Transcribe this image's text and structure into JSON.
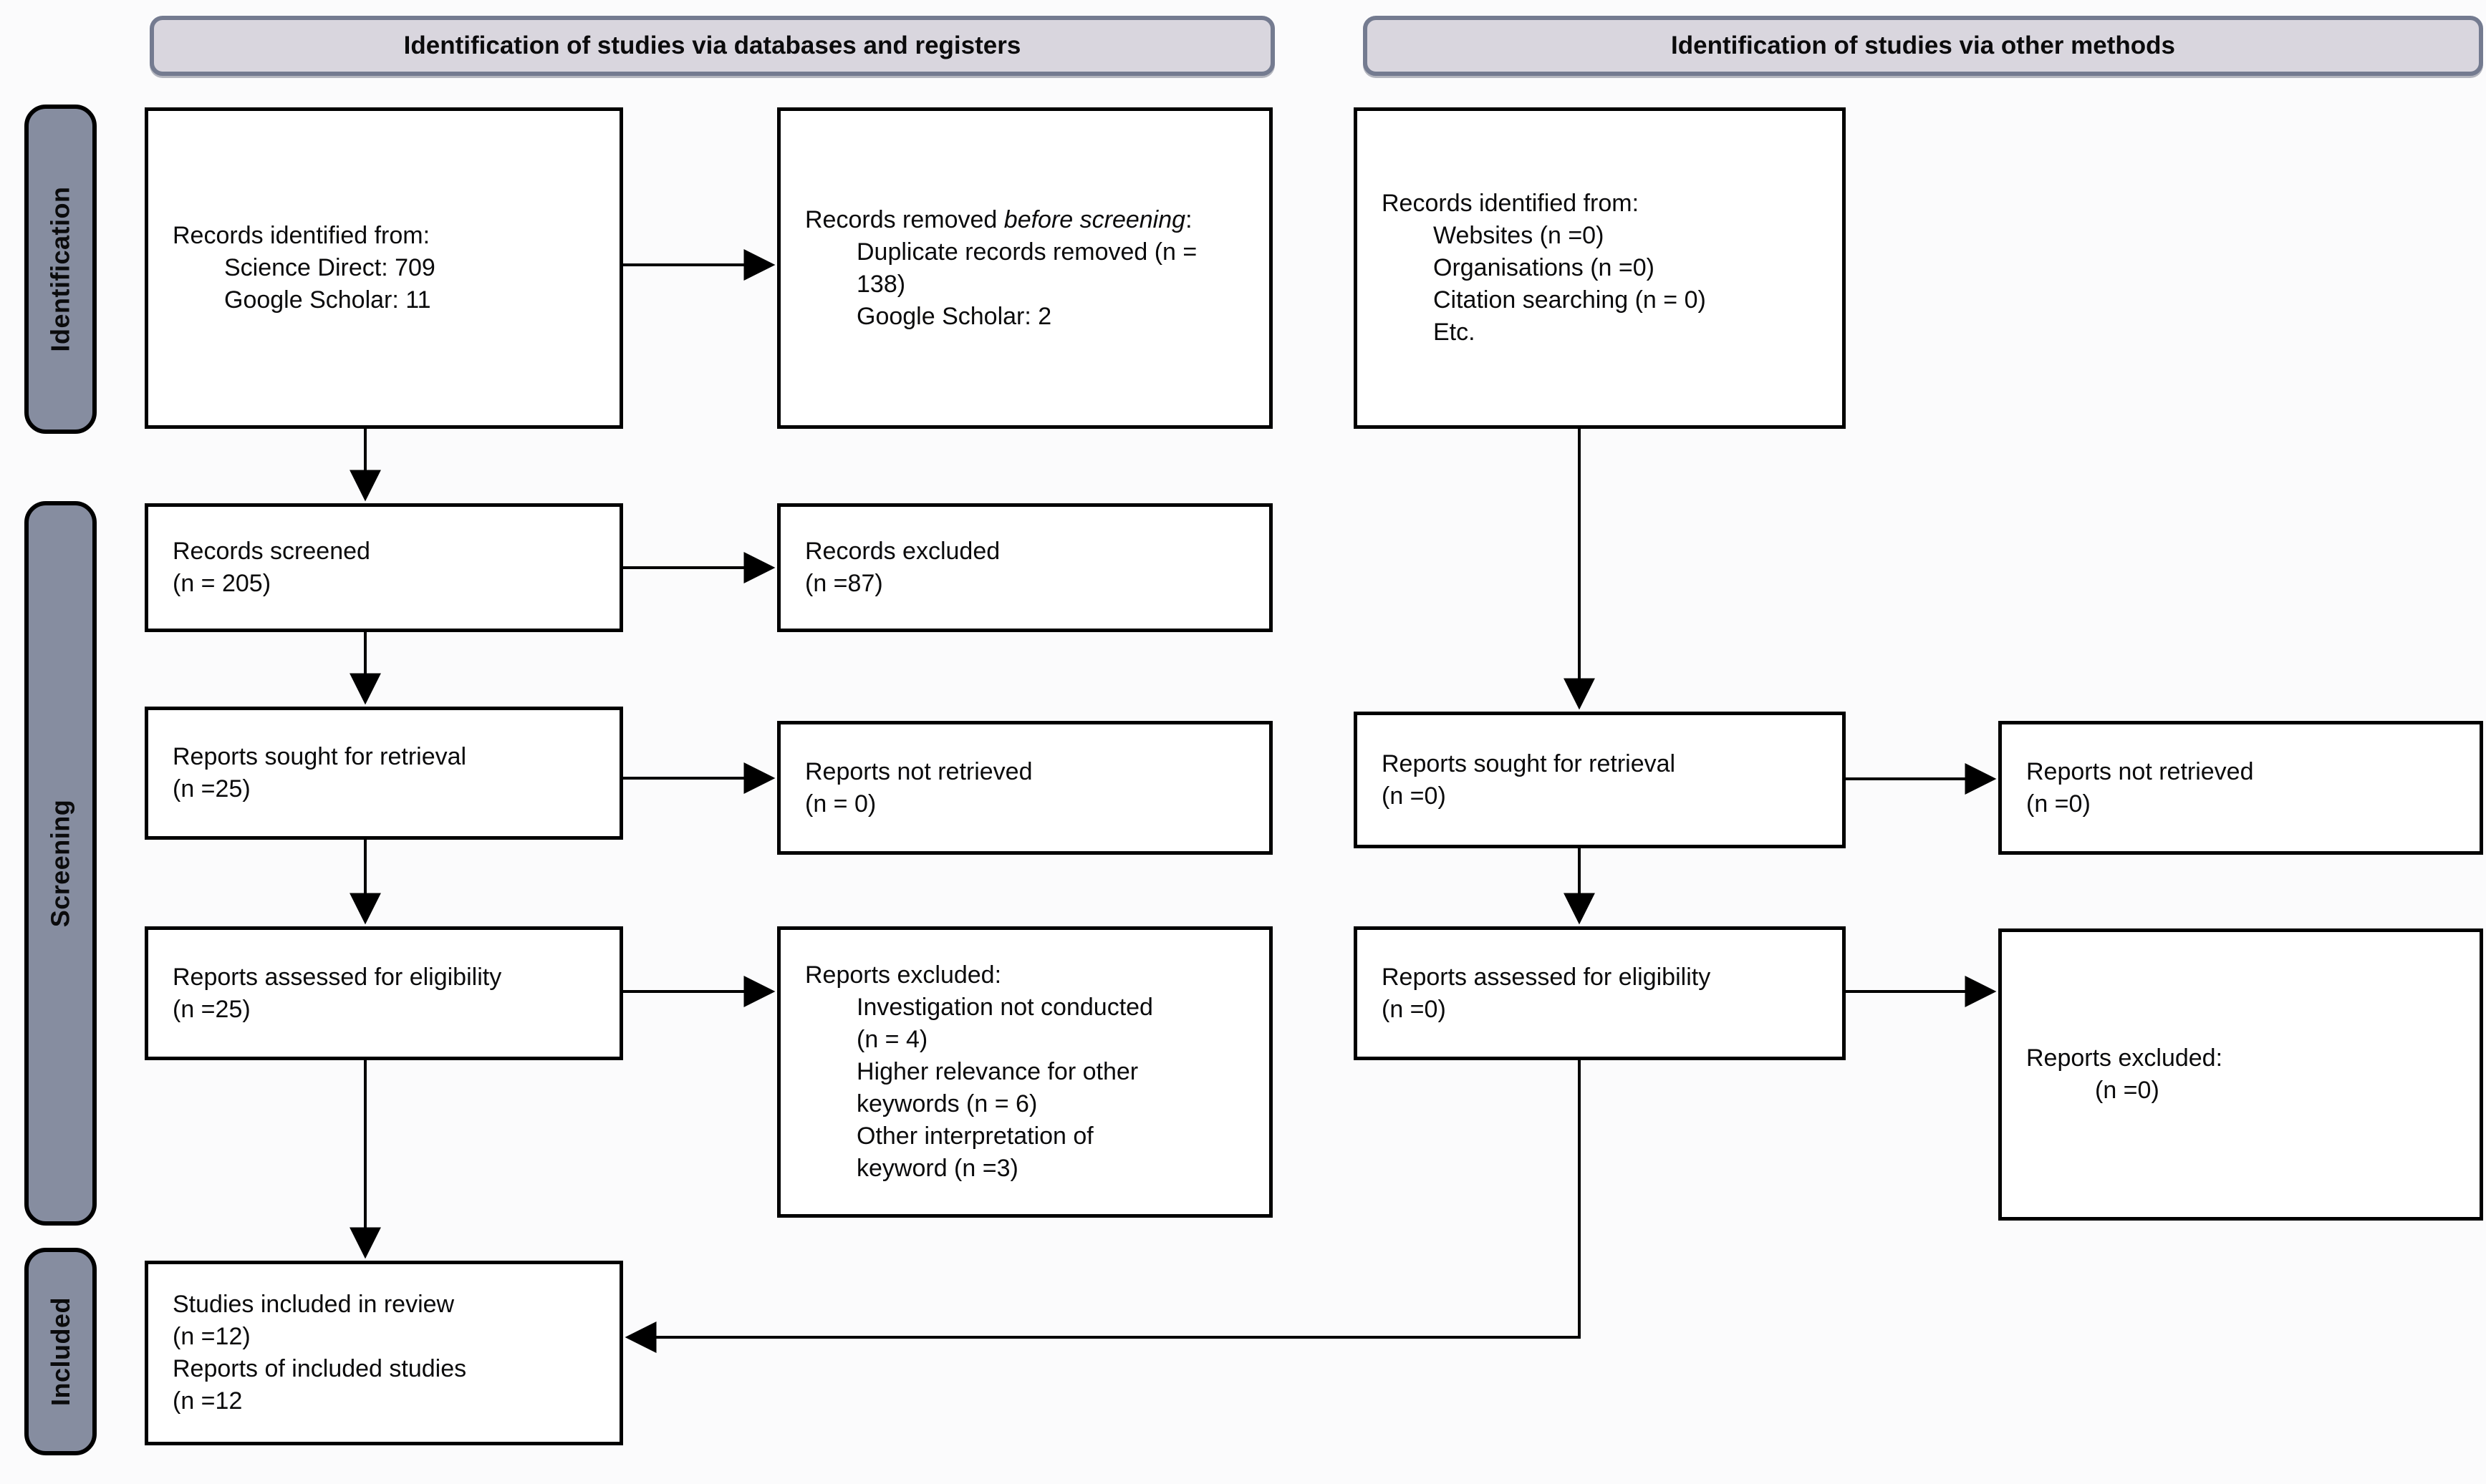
{
  "headers": {
    "databases": "Identification of studies via databases and registers",
    "other": "Identification of studies via other methods"
  },
  "stages": {
    "identification": "Identification",
    "screening": "Screening",
    "included": "Included"
  },
  "boxes": {
    "records_identified_db": {
      "line1": "Records identified from:",
      "item1": "Science Direct: 709",
      "item2": "Google Scholar: 11"
    },
    "records_removed": {
      "prefix": "Records removed ",
      "italic": "before screening",
      "colon": ":",
      "item1": "Duplicate records removed (n = 138)",
      "item2": "Google Scholar: 2"
    },
    "records_screened": {
      "line1": "Records screened",
      "line2": "(n = 205)"
    },
    "records_excluded": {
      "line1": "Records excluded",
      "line2": "(n =87)"
    },
    "reports_sought_db": {
      "line1": "Reports sought for retrieval",
      "line2": "(n =25)"
    },
    "reports_not_retrieved_db": {
      "line1": "Reports not retrieved",
      "line2": "(n = 0)"
    },
    "reports_assessed_db": {
      "line1": "Reports assessed for eligibility",
      "line2": "(n =25)"
    },
    "reports_excluded_db": {
      "title": "Reports excluded:",
      "item1": "Investigation not conducted (n = 4)",
      "item2": "Higher relevance for other keywords (n = 6)",
      "item3": "Other interpretation of keyword (n =3)"
    },
    "records_identified_other": {
      "line1": "Records identified from:",
      "item1": "Websites (n =0)",
      "item2": "Organisations (n =0)",
      "item3": "Citation searching (n = 0)",
      "item4": "Etc."
    },
    "reports_sought_other": {
      "line1": "Reports sought for retrieval",
      "line2": "(n =0)"
    },
    "reports_not_retrieved_other": {
      "line1": "Reports not retrieved",
      "line2": "(n =0)"
    },
    "reports_assessed_other": {
      "line1": "Reports assessed for eligibility",
      "line2": "(n =0)"
    },
    "reports_excluded_other": {
      "title": "Reports excluded:",
      "item1": "(n =0)"
    },
    "studies_included": {
      "line1": "Studies included in review",
      "line2": "(n =12)",
      "line3": "Reports of included studies",
      "line4": "(n =12"
    }
  },
  "colors": {
    "header_fill": "#d9d6de",
    "header_border": "#747b90",
    "stage_fill": "#868da0",
    "box_border": "#000000",
    "arrow": "#000000"
  }
}
